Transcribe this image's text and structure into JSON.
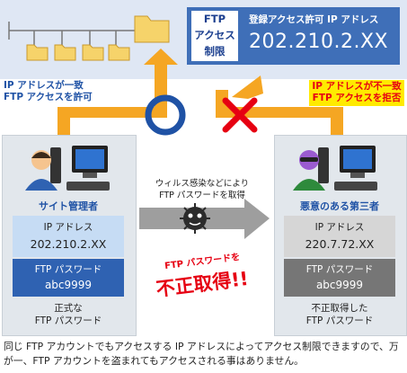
{
  "ftp_panel": {
    "label_lines": [
      "FTP",
      "アクセス",
      "制限"
    ],
    "allowed_title": "登録アクセス許可 IP アドレス",
    "allowed_ip": "202.210.2.XX"
  },
  "allow_label": [
    "IP アドレスが一致",
    "FTP アクセスを許可"
  ],
  "deny_label": [
    "IP アドレスが不一致",
    "FTP アクセスを拒否"
  ],
  "site_admin": {
    "role": "サイト管理者",
    "ip_label": "IP アドレス",
    "ip": "202.210.2.XX",
    "pw_label": "FTP パスワード",
    "pw": "abc9999",
    "caption": [
      "正式な",
      "FTP パスワード"
    ]
  },
  "attacker": {
    "role": "悪意のある第三者",
    "ip_label": "IP アドレス",
    "ip": "220.7.72.XX",
    "pw_label": "FTP パスワード",
    "pw": "abc9999",
    "caption": [
      "不正取得した",
      "FTP パスワード"
    ]
  },
  "virus_note": [
    "ウィルス感染などにより",
    "FTP パスワードを取得"
  ],
  "stolen_note": {
    "small": "FTP パスワードを",
    "large": "不正取得!!"
  },
  "footer": "同じ FTP アカウントでもアクセスする IP アドレスによってアクセス制限できますので、万が一、FTP アカウントを盗まれてもアクセスされる事はありません。",
  "colors": {
    "ftp_blue": "#3f6fb8",
    "arrow_orange": "#f5a623",
    "deny_red": "#e60012",
    "allow_circle": "#1f52a5"
  }
}
